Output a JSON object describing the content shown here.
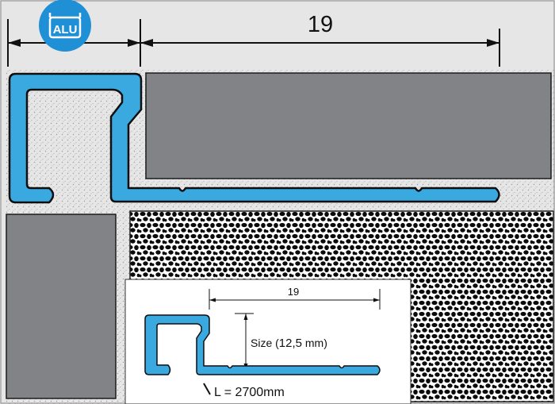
{
  "badge": {
    "label": "ALU",
    "icon": "aluminium-badge-icon"
  },
  "main_dimension": {
    "value": "19"
  },
  "inset": {
    "width_value": "19",
    "size_label": "Size (",
    "size_value": "12,5",
    "size_unit": " mm)",
    "length_label": "L = 2700mm"
  },
  "colors": {
    "profile": "#3aa9e0",
    "profile_outline": "#0e0e0e",
    "tile": "#828387",
    "background": "#e6e6e6",
    "badge": "#1f8fd6"
  }
}
